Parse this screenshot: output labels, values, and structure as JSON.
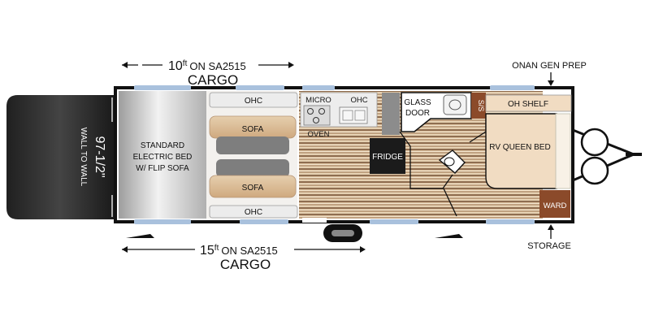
{
  "dimensions": {
    "top_cargo": {
      "value": "10",
      "unit": "ft",
      "suffix": "ON SA2515",
      "label": "CARGO"
    },
    "bottom_cargo": {
      "value": "15",
      "unit": "ft",
      "suffix": "ON SA2515",
      "label": "CARGO"
    },
    "rear_width": {
      "value": "97-1/2\"",
      "label": "WALL TO WALL"
    }
  },
  "rooms": {
    "electric_bed": [
      "STANDARD",
      "ELECTRIC BED",
      "W/ FLIP SOFA"
    ],
    "ohc_top_left": "OHC",
    "ohc_top_mid": "OHC",
    "ohc_bottom": "OHC",
    "micro": "MICRO",
    "oven": "OVEN",
    "sofa_top": "SOFA",
    "sofa_bottom": "SOFA",
    "glass_door": [
      "GLASS",
      "DOOR"
    ],
    "fridge": "FRIDGE",
    "shower_sink": "S/S",
    "oh_shelf": "OH SHELF",
    "rv_queen_bed": "RV QUEEN BED",
    "ward": "WARD"
  },
  "callouts": {
    "onan": "ONAN GEN PREP",
    "storage": "STORAGE"
  },
  "colors": {
    "wall": "#111111",
    "window": "#a9c1dd",
    "wood_dark": "#8a6a4c",
    "wood_light": "#e8d3b6",
    "bed": "#f1dcc2",
    "ward": "#8b4a2a"
  }
}
